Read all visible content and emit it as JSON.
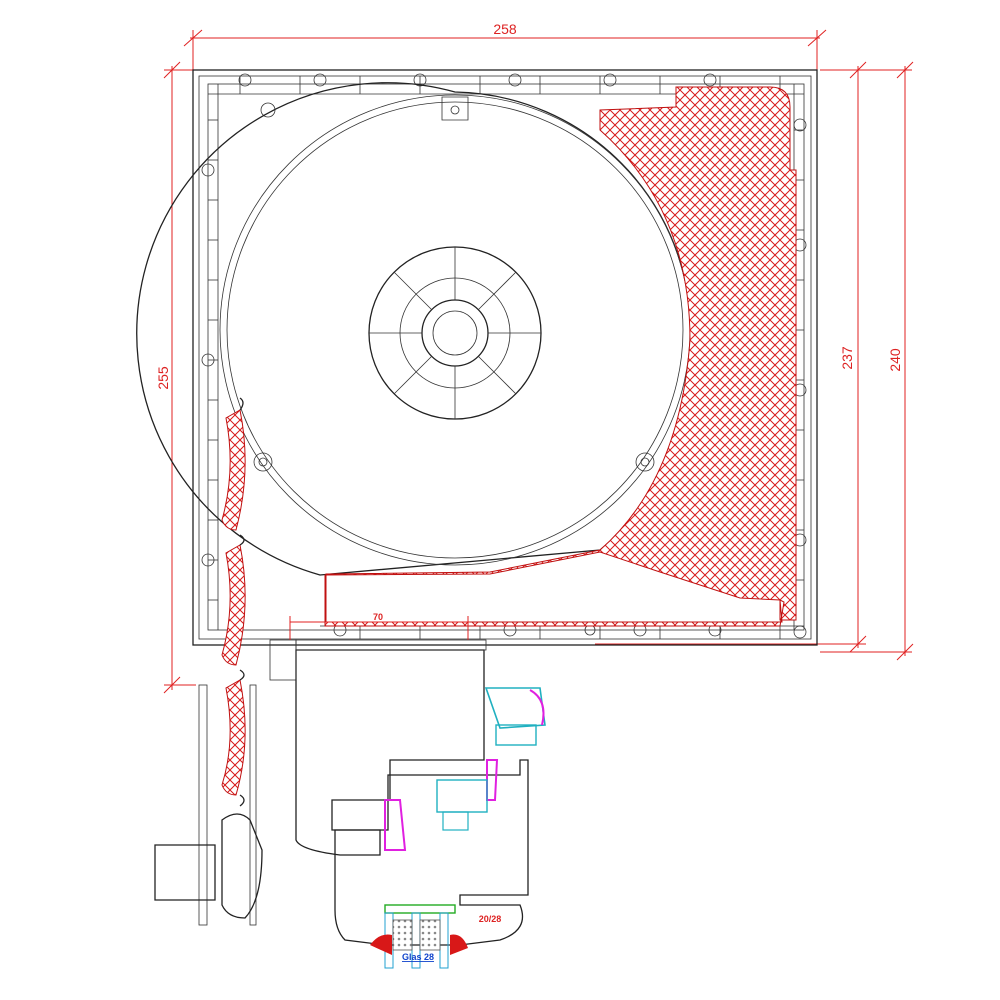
{
  "dimensions": {
    "top_width": "258",
    "left_height": "255",
    "right_inner_height": "237",
    "right_outer_height": "240",
    "small_offset": "70"
  },
  "glass": {
    "label": "Glas 28",
    "thickness_label": "20/28"
  },
  "colors": {
    "dimension": "#e02020",
    "hatch": "#d81818",
    "outline": "#222222",
    "seal_magenta": "#e020e0",
    "seal_cyan": "#20b0c0",
    "glass_blue": "#1144cc"
  }
}
